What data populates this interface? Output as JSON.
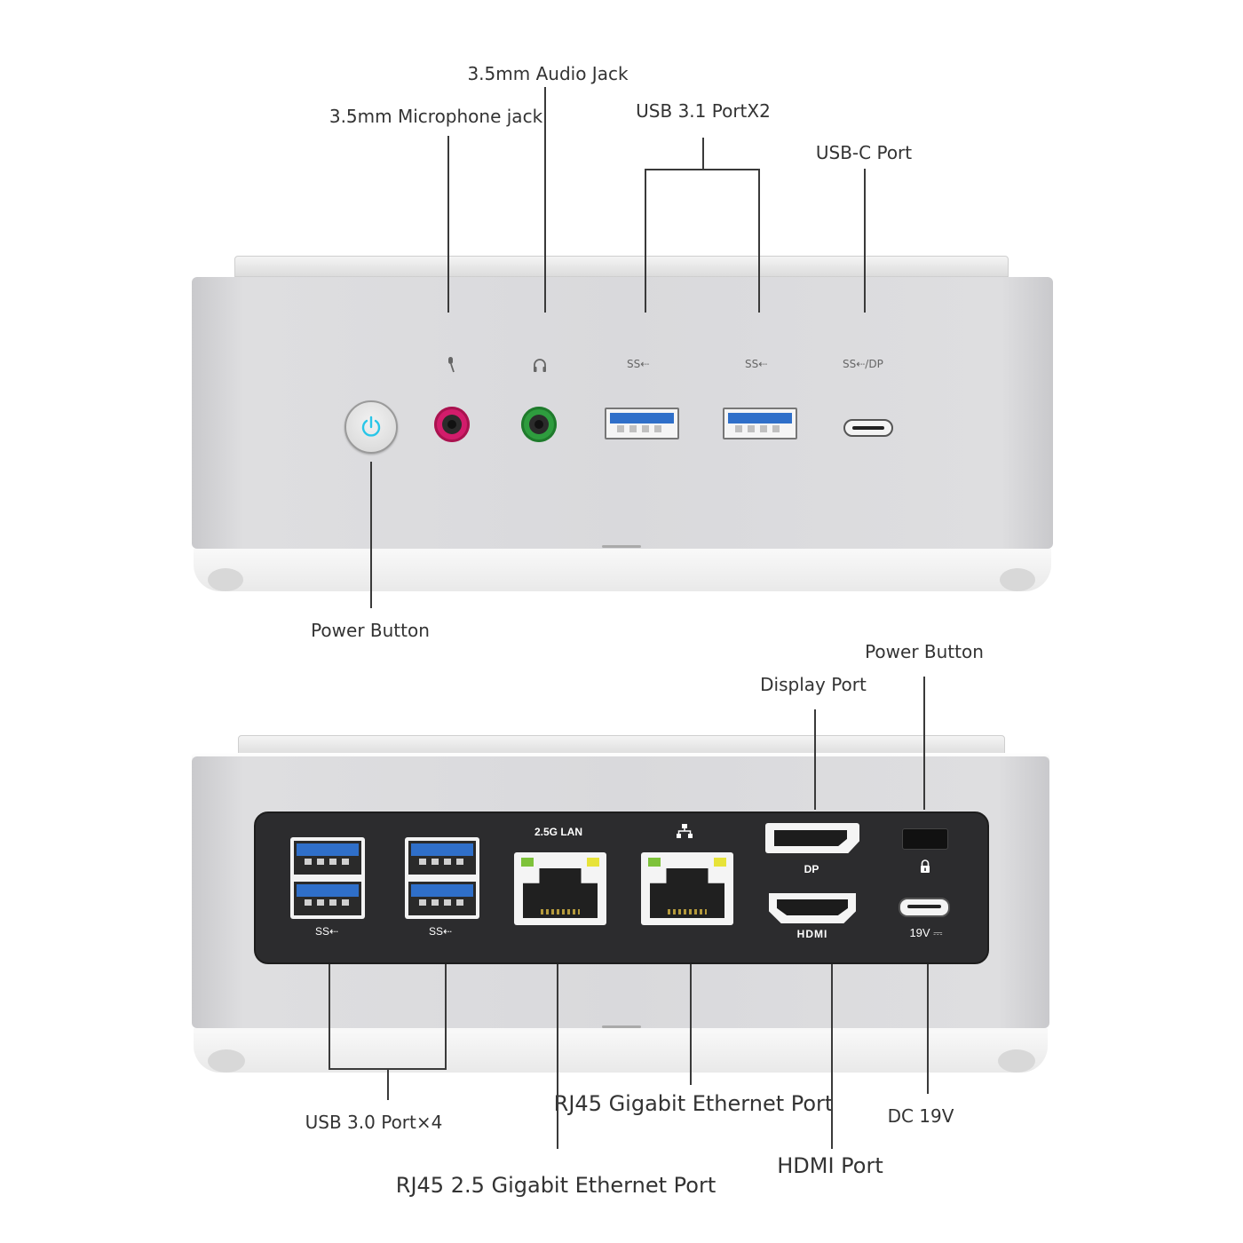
{
  "front": {
    "labels": {
      "audio_jack": "3.5mm Audio Jack",
      "mic_jack": "3.5mm Microphone jack",
      "usb31": "USB 3.1 PortX2",
      "usbc": "USB-C Port",
      "power": "Power Button"
    },
    "port_icons": {
      "usb_a_1": "SS⇠",
      "usb_a_2": "SS⇠",
      "usb_c": "SS⇠/DP"
    },
    "colors": {
      "mic_ring": "#d21c6b",
      "audio_ring": "#2e9c3e",
      "power_led": "#29c6e8",
      "usb_blue": "#2f6fc9"
    },
    "icons": [
      "power-icon",
      "microphone-icon",
      "headphone-icon",
      "usb-icon"
    ]
  },
  "back": {
    "labels": {
      "display_port": "Display Port",
      "power": "Power Button",
      "usb30": "USB 3.0 Port×4",
      "rj45_gigabit": "RJ45 Gigabit Ethernet Port",
      "dc19": "DC 19V",
      "hdmi": "HDMI Port",
      "rj45_25": "RJ45 2.5 Gigabit Ethernet Port"
    },
    "panel_text": {
      "lan25": "2.5G LAN",
      "dp": "DP",
      "hdmi": "HDMI",
      "dc": "19V ⎓",
      "usb_1": "SS⇠",
      "usb_2": "SS⇠"
    },
    "colors": {
      "panel": "#2c2c2e",
      "led_green": "#7ec23a",
      "led_yellow": "#e7e339"
    },
    "icons": [
      "network-icon",
      "lock-icon",
      "usb-icon"
    ]
  }
}
